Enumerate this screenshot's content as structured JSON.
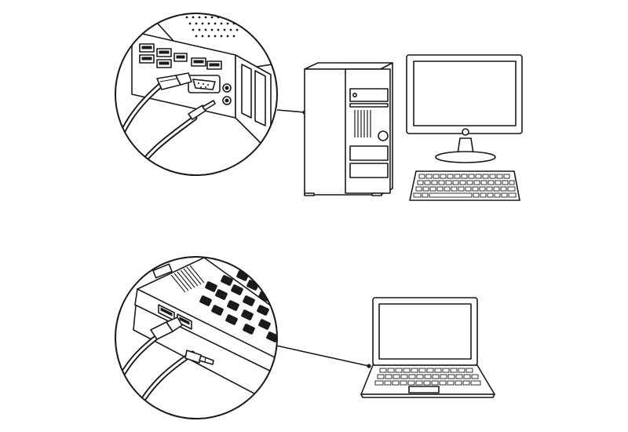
{
  "diagram": {
    "panels": [
      {
        "id": "desktop",
        "zoom_shows": [
          "usb-ports",
          "usb-plug",
          "audio-jack-plug",
          "vga-port",
          "rear-io-panel"
        ],
        "device": [
          "tower-case",
          "monitor",
          "keyboard"
        ]
      },
      {
        "id": "laptop",
        "zoom_shows": [
          "side-usb-ports",
          "usb-plug",
          "audio-jack-plug",
          "laptop-keys"
        ],
        "device": [
          "laptop"
        ]
      }
    ],
    "colors": {
      "line": "#1a1a1a",
      "fill": "#ffffff",
      "screen": "#ffffff"
    }
  }
}
